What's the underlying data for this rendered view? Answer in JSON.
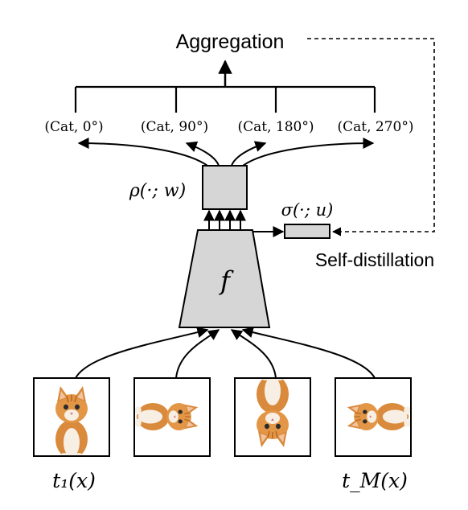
{
  "aggregation_label": "Aggregation",
  "self_distillation_label": "Self-distillation",
  "backbone_label": "f",
  "rho_head_label": "ρ(·; w)",
  "sigma_head_label": "σ(·; u)",
  "outputs": [
    "(Cat, 0°)",
    "(Cat, 90°)",
    "(Cat, 180°)",
    "(Cat, 270°)"
  ],
  "input_labels": {
    "first": "t₁(x)",
    "last": "t_M(x)"
  },
  "input_images": [
    {
      "rotation_deg": 0
    },
    {
      "rotation_deg": 90
    },
    {
      "rotation_deg": 180
    },
    {
      "rotation_deg": 270
    }
  ],
  "colors": {
    "box_fill": "#d6d6d6",
    "stroke": "#000000",
    "cat_orange": "#d98a3c",
    "cat_white": "#f7efe4"
  }
}
